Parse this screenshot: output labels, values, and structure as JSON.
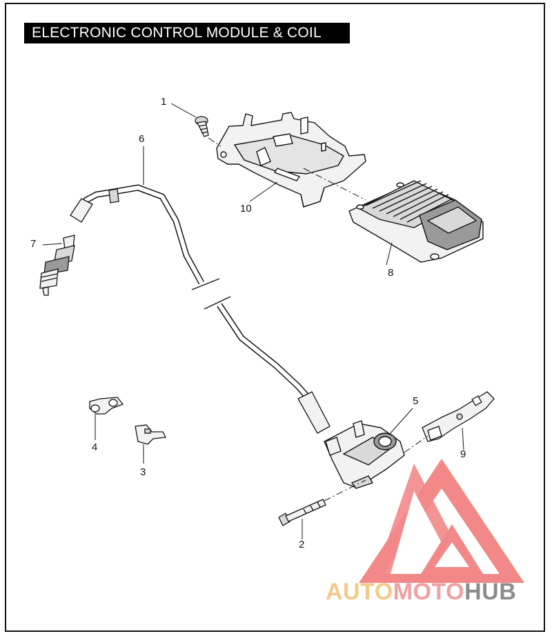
{
  "title": "ELECTRONIC CONTROL MODULE & COIL",
  "callouts": {
    "c1": "1",
    "c2": "2",
    "c3": "3",
    "c4": "4",
    "c5": "5",
    "c6": "6",
    "c7": "7",
    "c8": "8",
    "c9": "9",
    "c10": "10"
  },
  "watermark": {
    "part1": "AUTO",
    "part2": "MOTO",
    "part3": "HUB",
    "logo_color": "#ef6b6b"
  },
  "colors": {
    "line": "#111111",
    "fill_light": "#f2f2f2",
    "fill_mid": "#d9d9d9",
    "fill_dark": "#9a9a9a"
  }
}
